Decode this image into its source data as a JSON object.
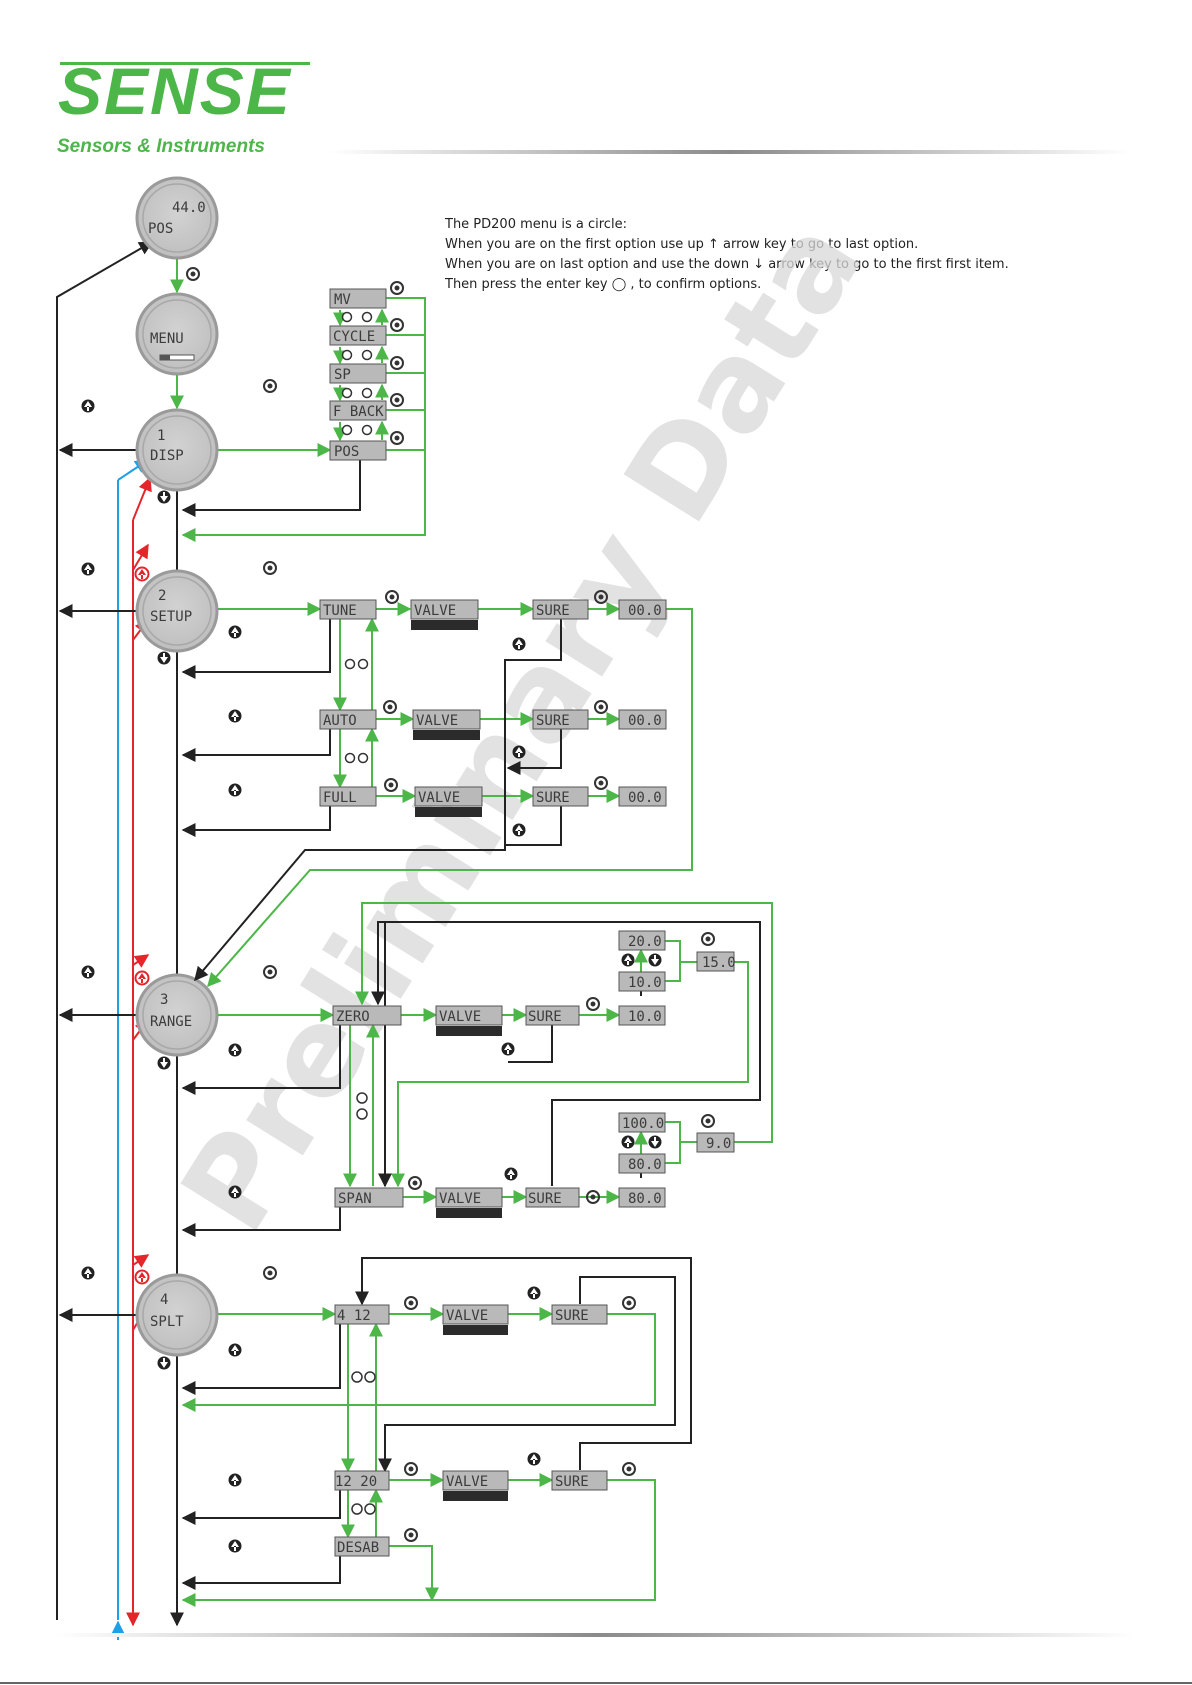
{
  "brand": {
    "name": "SENSE",
    "tagline": "Sensors & Instruments",
    "color": "#4cb748"
  },
  "notes": [
    "The PD200 menu is a circle:",
    "When you are on the first option use up ↑ arrow key to go to last option.",
    "When you are on last option and use the down ↓ arrow key to go to the first first item.",
    "Then press the enter key ◯ , to confirm options."
  ],
  "watermark": "Preliminary Data",
  "dials": {
    "pos": [
      "44.0",
      "POS"
    ],
    "menu": [
      "MENU"
    ],
    "disp": [
      "1",
      "DISP"
    ],
    "setup": [
      "2",
      "SETUP"
    ],
    "range": [
      "3",
      "RANGE"
    ],
    "splt": [
      "4",
      "SPLT"
    ]
  },
  "lcd": {
    "mv": "MV",
    "cycle": "CYCLE",
    "sp": "SP",
    "fback": "F BACK",
    "pos": "POS",
    "tune": "TUNE",
    "auto": "AUTO",
    "full": "FULL",
    "valve": "VALVE",
    "sure": "SURE",
    "zero_value": "00.0",
    "zero": "ZERO",
    "span": "SPAN",
    "r200": "20.0",
    "r100": "10.0",
    "r150": "15.0",
    "r1000": "100.0",
    "r800": "80.0",
    "r90": "9.0",
    "s412": "4  12",
    "s1220": "12  20",
    "desab": "DESAB"
  },
  "colors": {
    "green": "#4cb748",
    "black": "#222222",
    "red": "#e4262b",
    "blue": "#1ea0e6",
    "lcd_fill": "#b9b9b9",
    "dial_fill": "#c4c4c4"
  }
}
